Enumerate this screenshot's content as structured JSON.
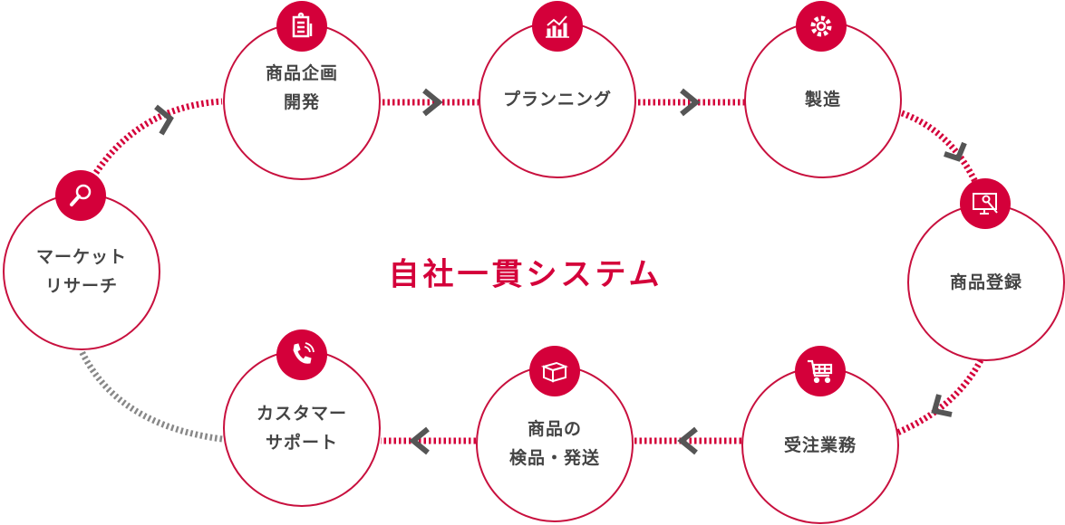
{
  "title": "自社一貫システム",
  "colors": {
    "accent": "#d4003a",
    "arrow": "#555555",
    "text": "#444444",
    "return_line": "#888888"
  },
  "nodes": [
    {
      "id": "market-research",
      "lines": [
        "マーケット",
        "リサーチ"
      ],
      "icon": "magnifier-icon"
    },
    {
      "id": "product-planning",
      "lines": [
        "商品企画",
        "開発"
      ],
      "icon": "clipboard-icon"
    },
    {
      "id": "planning",
      "lines": [
        "プランニング"
      ],
      "icon": "bar-chart-icon"
    },
    {
      "id": "manufacturing",
      "lines": [
        "製造"
      ],
      "icon": "gear-icon"
    },
    {
      "id": "product-registration",
      "lines": [
        "商品登録"
      ],
      "icon": "monitor-search-icon"
    },
    {
      "id": "order-processing",
      "lines": [
        "受注業務"
      ],
      "icon": "cart-icon"
    },
    {
      "id": "inspection-shipping",
      "lines": [
        "商品の",
        "検品・発送"
      ],
      "icon": "box-icon"
    },
    {
      "id": "customer-support",
      "lines": [
        "カスタマー",
        "サポート"
      ],
      "icon": "phone-icon"
    }
  ]
}
